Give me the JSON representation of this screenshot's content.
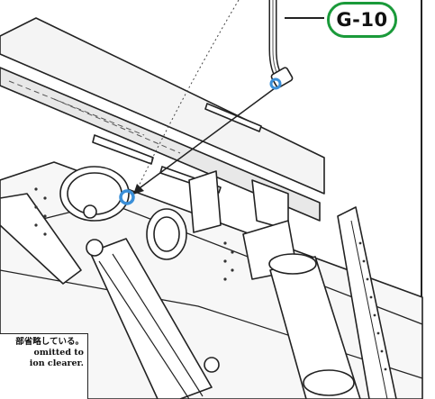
{
  "part_label": {
    "text": "G-10",
    "color": "#1a9a3a"
  },
  "callout": {
    "marker_color": "#3a8fd8"
  },
  "note": {
    "line_1": "部省略している。",
    "line_2": "omitted to",
    "line_3": "ion clearer."
  }
}
